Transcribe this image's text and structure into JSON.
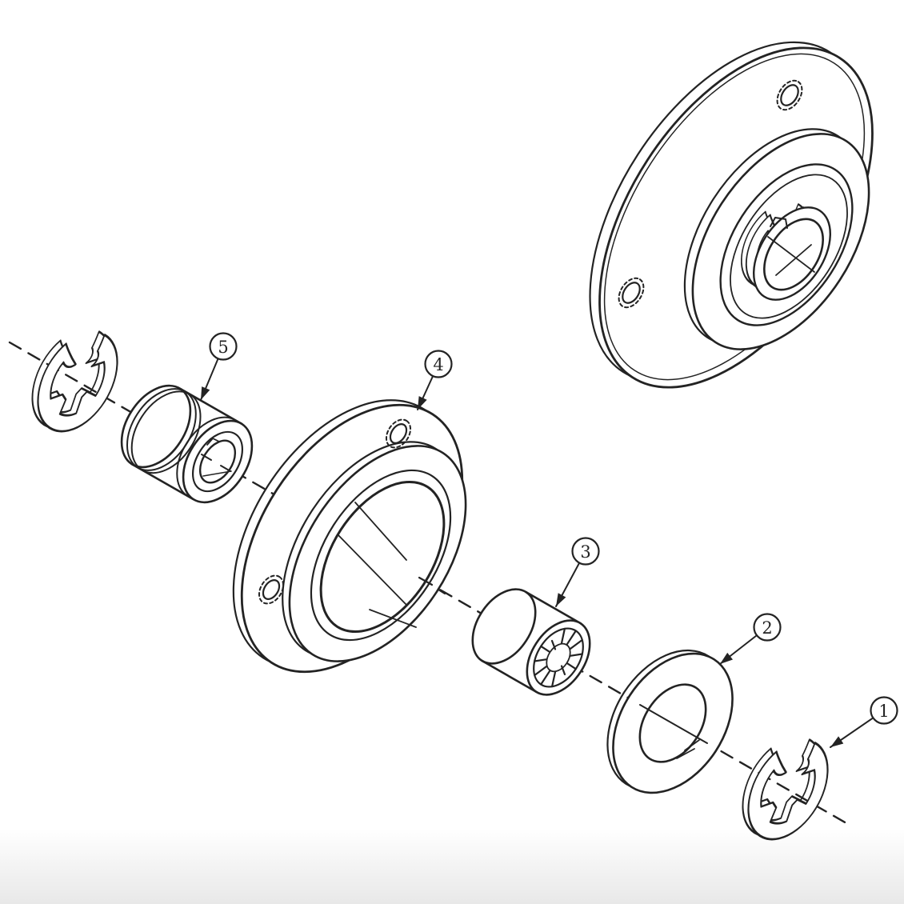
{
  "diagram": {
    "kind": "exploded-parts-drawing",
    "background_color": "#ffffff",
    "line_color": "#232323",
    "bottom_shade_color": "#e9e9e9",
    "callouts": [
      {
        "label": "1"
      },
      {
        "label": "2"
      },
      {
        "label": "3"
      },
      {
        "label": "4"
      },
      {
        "label": "5"
      }
    ]
  }
}
